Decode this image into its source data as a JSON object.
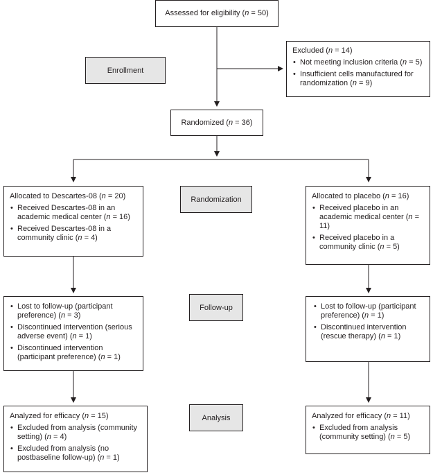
{
  "stages": {
    "enrollment": "Enrollment",
    "randomization": "Randomization",
    "follow_up": "Follow-up",
    "analysis": "Analysis"
  },
  "assessed": {
    "prefix": "Assessed for eligibility (",
    "n": "n",
    "suffix": " = 50)"
  },
  "excluded": {
    "title_prefix": "Excluded (",
    "title_suffix": " = 14)",
    "items": [
      {
        "text": "Not meeting inclusion criteria (",
        "suffix": " = 5)"
      },
      {
        "text": "Insufficient cells manufactured for randomization (",
        "suffix": " = 9)"
      }
    ]
  },
  "randomized": {
    "prefix": "Randomized (",
    "suffix": "  = 36)"
  },
  "left_alloc": {
    "title_prefix": "Allocated to Descartes-08 (",
    "title_suffix": "  = 20)",
    "items": [
      {
        "text": "Received Descartes-08 in an academic medical center (",
        "suffix": " = 16)"
      },
      {
        "text": "Received Descartes-08 in a community clinic (",
        "suffix": " = 4)"
      }
    ]
  },
  "right_alloc": {
    "title_prefix": "Allocated to placebo (",
    "title_suffix": " = 16)",
    "items": [
      {
        "text": "Received placebo in an academic medical center (",
        "suffix": " = 11)"
      },
      {
        "text": "Received placebo in a community clinic (",
        "suffix": " = 5)"
      }
    ]
  },
  "left_followup": {
    "items": [
      {
        "text": "Lost to follow-up (participant preference) (",
        "suffix": " = 3)"
      },
      {
        "text": "Discontinued intervention (serious adverse event) (",
        "suffix": " = 1)"
      },
      {
        "text": "Discontinued intervention (participant preference) (",
        "suffix": " = 1)"
      }
    ]
  },
  "right_followup": {
    "items": [
      {
        "text": "Lost to follow-up (participant preference) (",
        "suffix": " = 1)"
      },
      {
        "text": "Discontinued intervention (rescue therapy) (",
        "suffix": " = 1)"
      }
    ]
  },
  "left_analysis": {
    "title_prefix": "Analyzed for efficacy (",
    "title_suffix": " = 15)",
    "items": [
      {
        "text": "Excluded from analysis (community setting) (",
        "suffix": " = 4)"
      },
      {
        "text": "Excluded from analysis (no postbaseline follow-up) (",
        "suffix": " = 1)"
      }
    ]
  },
  "right_analysis": {
    "title_prefix": "Analyzed for efficacy (",
    "title_suffix": " = 11)",
    "items": [
      {
        "text": "Excluded from analysis (community setting) (",
        "suffix": " = 5)"
      }
    ]
  }
}
